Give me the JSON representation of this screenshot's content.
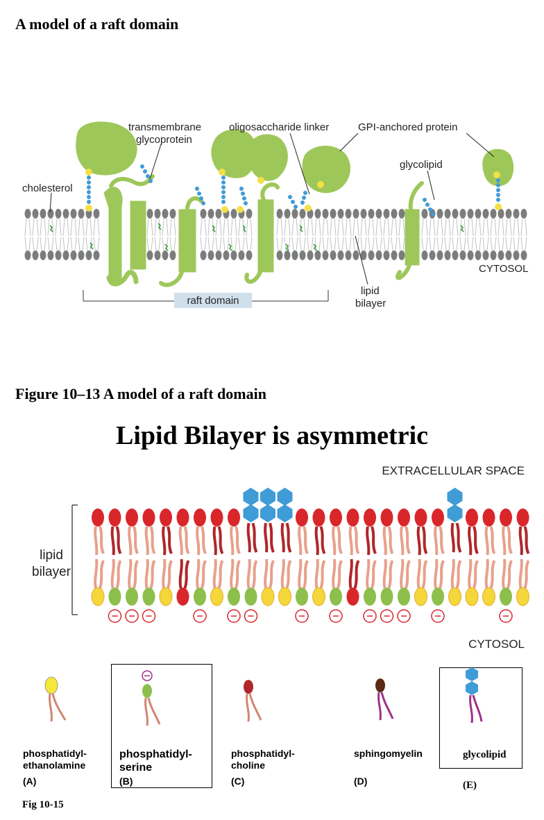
{
  "page_title": "A model of a raft domain",
  "figure1": {
    "labels": {
      "transmembrane": "transmembrane",
      "glycoprotein": "glycoprotein",
      "oligosaccharide_linker": "oligosaccharide linker",
      "gpi_anchored_protein": "GPI-anchored protein",
      "glycolipid": "glycolipid",
      "cholesterol": "cholesterol",
      "cytosol": "CYTOSOL",
      "raft_domain": "raft domain",
      "lipid": "lipid",
      "bilayer": "bilayer"
    },
    "caption": "Figure 10–13 A model of a raft domain"
  },
  "figure2": {
    "heading": "Lipid Bilayer is asymmetric",
    "extracellular_label": "EXTRACELLULAR SPACE",
    "cytosol_label": "CYTOSOL",
    "lipid_label": "lipid",
    "bilayer_label": "bilayer",
    "legend": [
      {
        "line1": "phosphatidyl-",
        "line2": "ethanolamine",
        "letter": "(A)"
      },
      {
        "line1": "phosphatidyl-",
        "line2": "serine",
        "letter": "(B)"
      },
      {
        "line1": "phosphatidyl-",
        "line2": "choline",
        "letter": "(C)"
      },
      {
        "line1": "sphingomyelin",
        "line2": "",
        "letter": "(D)"
      },
      {
        "line1": "glycolipid",
        "line2": "",
        "letter": "(E)"
      }
    ],
    "figure_ref": "Fig 10-15"
  },
  "colors": {
    "protein_green": "#9ec75a",
    "lipid_gray": "#7b7d7d",
    "sugar_blue": "#3f9cd6",
    "cholesterol_yellow": "#f0e040",
    "red_head": "#d9262b",
    "yellow_head": "#f5d63b",
    "green_head": "#8cbf4b",
    "tail_salmon": "#e8a08a",
    "tail_dark_red": "#b0262a",
    "raft_box": "#cfe0ea"
  }
}
